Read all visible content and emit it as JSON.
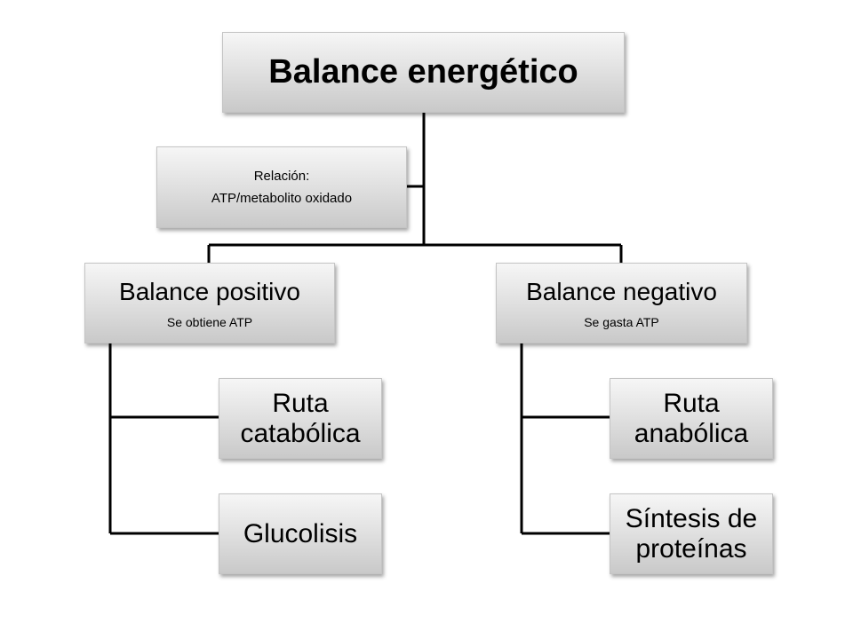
{
  "diagram": {
    "root": {
      "label": "Balance energético"
    },
    "relation": {
      "line1": "Relación:",
      "line2": "ATP/metabolito oxidado"
    },
    "positive": {
      "label": "Balance positivo",
      "sublabel": "Se obtiene ATP",
      "children": [
        "Ruta catabólica",
        "Glucolisis"
      ]
    },
    "negative": {
      "label": "Balance negativo",
      "sublabel": "Se gasta ATP",
      "children": [
        "Ruta anabólica",
        "Síntesis de proteínas"
      ]
    }
  }
}
